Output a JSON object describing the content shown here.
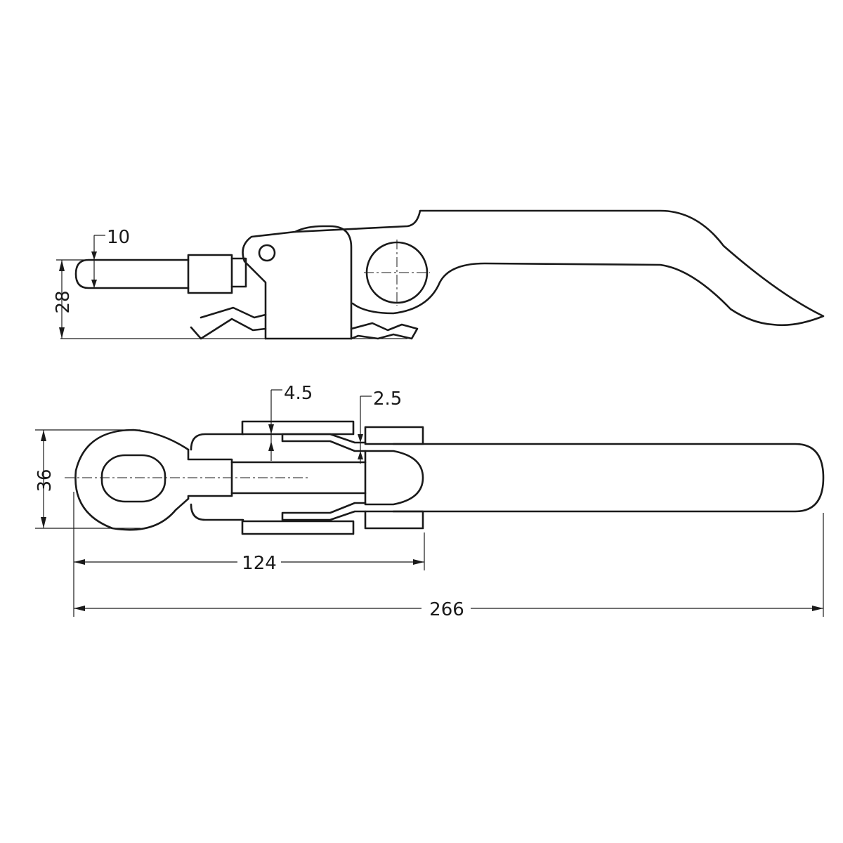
{
  "dimensions": {
    "pin_diameter": "10",
    "side_height": "28",
    "offset_top": "4.5",
    "offset_gap": "2.5",
    "width": "36",
    "span_to_block": "124",
    "overall_length": "266"
  },
  "colors": {
    "line": "#1a1a1a",
    "background": "#ffffff"
  }
}
